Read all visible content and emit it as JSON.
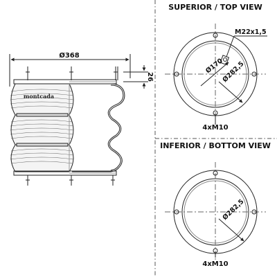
{
  "brand_label": "montcada",
  "side_view": {
    "overall_diameter": "Ø368",
    "height_dim": "26"
  },
  "top_view": {
    "title": "SUPERIOR / TOP VIEW",
    "port_thread": "M22x1,5",
    "inner_diameter": "Ø170",
    "bolt_circle": "Ø282,5",
    "bolt_spec": "4xM10"
  },
  "bottom_view": {
    "title": "INFERIOR / BOTTOM VIEW",
    "bolt_circle": "Ø282,5",
    "bolt_spec": "4xM10"
  },
  "colors": {
    "line": "#222222",
    "centerline": "#666666",
    "divider": "#555555",
    "grey": "#999999"
  }
}
